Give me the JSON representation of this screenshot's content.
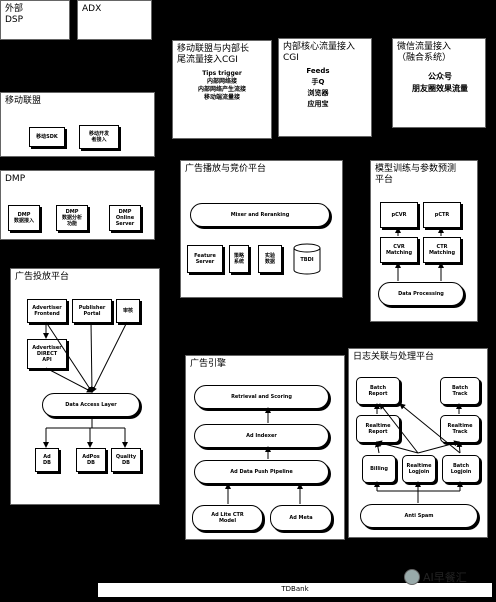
{
  "panels": {
    "external_dsp": "外部\nDSP",
    "adx": "ADX",
    "mobile_alliance_cgi": "移动联盟与内部长\n尾流量接入CGI",
    "core_traffic_cgi": "内部核心流量接入\nCGI",
    "wechat_traffic": "微信流量接入\n（融合系统）",
    "mobile_alliance": "移动联盟",
    "dmp": "DMP",
    "ad_play_bidding": "广告播放与竞价平台",
    "model_training": "模型训练与参数预测\n平台",
    "ad_delivery": "广告投放平台",
    "ad_engine": "广告引擎",
    "log_processing": "日志关联与处理平台"
  },
  "bold_labels": {
    "mobile_alliance_cgi": "Tips trigger\n内部网络接\n内部网络产生流接\n移动端流量接",
    "core_traffic_cgi": "Feeds\n手Q\n浏览器\n应用宝",
    "wechat_traffic": "公众号\n朋友圈效果流量"
  },
  "boxes": {
    "mobile_sdk": "移动SDK",
    "mobile_dev_platform": "移动开发\n者接入",
    "dmp_data_access": "DMP\n数据接入",
    "dmp_data_analysis": "DMP\n数据分析\n功能",
    "dmp_online_server": "DMP\nOnline\nServer",
    "mixer_ranking": "Mixer and Reranking",
    "feature_server": "Feature\nServer",
    "strategy_system": "策略\n系统",
    "intervention_data": "实验\n数据",
    "tbdi": "TBDI",
    "pcvr": "pCVR",
    "pctr": "pCTR",
    "cvr_matching": "CVR\nMatching",
    "ctr_matching": "CTR\nMatching",
    "data_processing": "Data Processing",
    "advertiser_frontend": "Advertiser\nFrontend",
    "publisher_portal": "Publisher\nPortal",
    "audit": "审核",
    "advertiser_api": "Advertiser\nDIRECT\nAPI",
    "data_access_layer": "Data Access Layer",
    "ad_db": "Ad\nDB",
    "adpos_db": "AdPos\nDB",
    "quality_db": "Quality\nDB",
    "retrieval_scoring": "Retrieval and Scoring",
    "ad_indexer": "Ad Indexer",
    "ad_data_push": "Ad Data Push Pipeline",
    "ad_lite_ctr": "Ad Lite CTR\nModel",
    "ad_meta": "Ad Meta",
    "batch_report": "Batch\nReport",
    "batch_track": "Batch\nTrack",
    "realtime_report": "Realtime\nReport",
    "realtime_track": "Realtime\nTrack",
    "billing": "Billing",
    "realtime_logjoin": "Realtime\nLogjoin",
    "batch_logjoin": "Batch\nLogjoin",
    "anti_spam": "Anti Spam"
  },
  "bottom_bar": "TDBank",
  "watermark": "AI早餐汇"
}
